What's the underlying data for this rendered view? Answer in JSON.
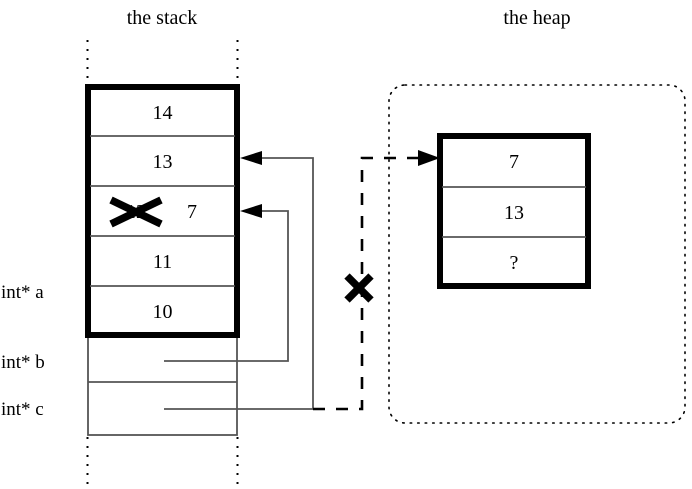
{
  "diagram": {
    "stack": {
      "title": "the stack",
      "frame_cells": [
        {
          "value": "14"
        },
        {
          "value": "13"
        },
        {
          "value": "12",
          "struck_out": true,
          "new_value": "7"
        },
        {
          "value": "11"
        },
        {
          "value": "10"
        }
      ],
      "variables": [
        {
          "label": "int* a"
        },
        {
          "label": "int* b"
        },
        {
          "label": "int* c"
        }
      ]
    },
    "heap": {
      "title": "the heap",
      "cells": [
        {
          "value": "7"
        },
        {
          "value": "13"
        },
        {
          "value": "?"
        }
      ]
    },
    "markers": {
      "invalid_pointer_mark": "✕",
      "struck_value_mark": "✕"
    },
    "colors": {
      "ink": "#000000",
      "background": "#ffffff",
      "thin_line": "#555555"
    }
  }
}
